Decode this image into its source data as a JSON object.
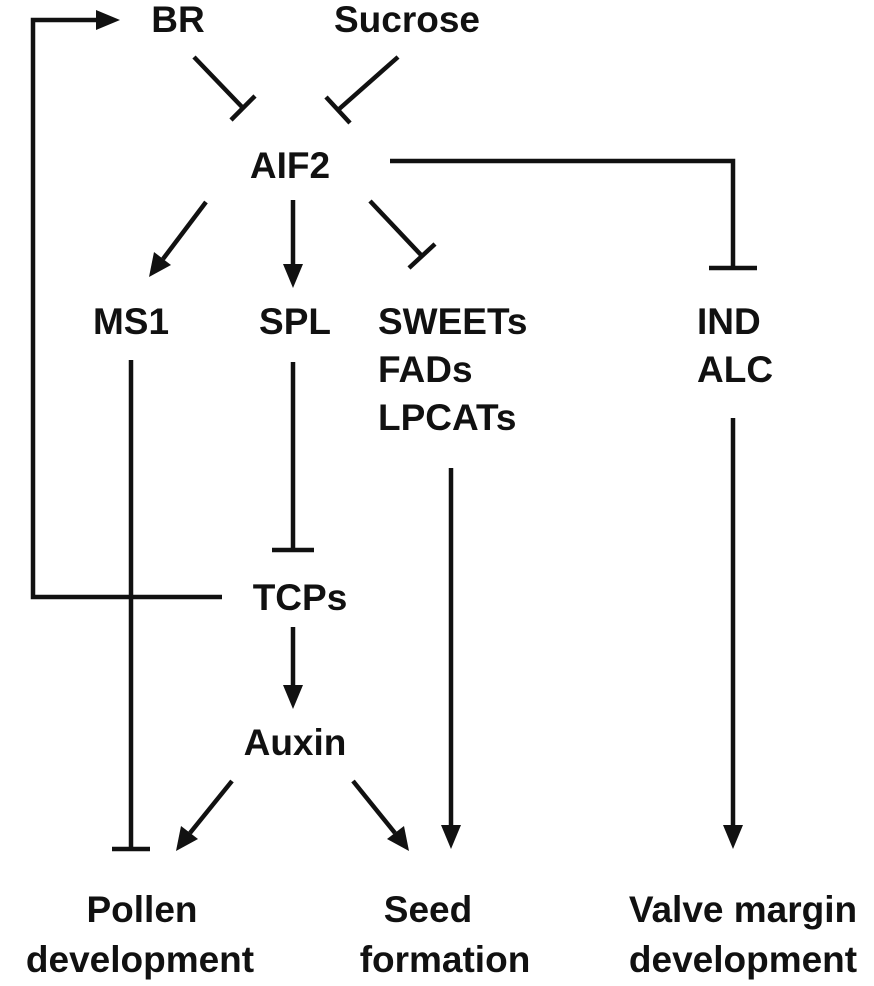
{
  "nodes": {
    "br": "BR",
    "sucrose": "Sucrose",
    "aif2": "AIF2",
    "ms1": "MS1",
    "spl": "SPL",
    "sweets": "SWEETs",
    "fads": "FADs",
    "lpcats": "LPCATs",
    "ind": "IND",
    "alc": "ALC",
    "tcps": "TCPs",
    "auxin": "Auxin",
    "pollen_line1": "Pollen",
    "pollen_line2": "development",
    "seed_line1": "Seed",
    "seed_line2": "formation",
    "valve_line1": "Valve margin",
    "valve_line2": "development"
  },
  "colors": {
    "ink": "#111111",
    "background": "#ffffff"
  }
}
